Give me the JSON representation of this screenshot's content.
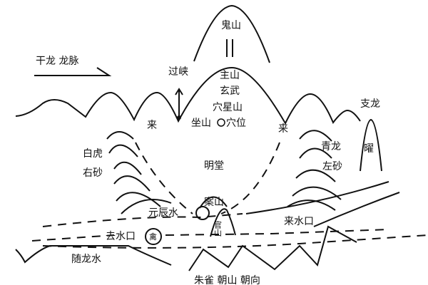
{
  "labels": {
    "ghost_mountain": "鬼山",
    "main_dragon": "干龙  龙脉",
    "gorge": "过峡",
    "main_mountain": "主山",
    "xuanwu": "玄武",
    "cave_star_mountain": "穴星山",
    "sitting_mountain": "坐山",
    "cave_position": "穴位",
    "branch_dragon": "支龙",
    "come_left": "来",
    "come_right": "来",
    "white_tiger": "白虎",
    "right_sand": "右砂",
    "green_dragon": "青龙",
    "left_sand": "左砂",
    "yao": "曜",
    "bright_hall": "明堂",
    "table_mountain": "案山",
    "official_mountain": "官山",
    "yuanchen_water": "元辰水",
    "water_inlet": "来水口",
    "water_outlet": "去水口",
    "qin": "禽",
    "following_dragon_water": "随龙水",
    "bottom": "朱雀  朝山  朝向"
  }
}
